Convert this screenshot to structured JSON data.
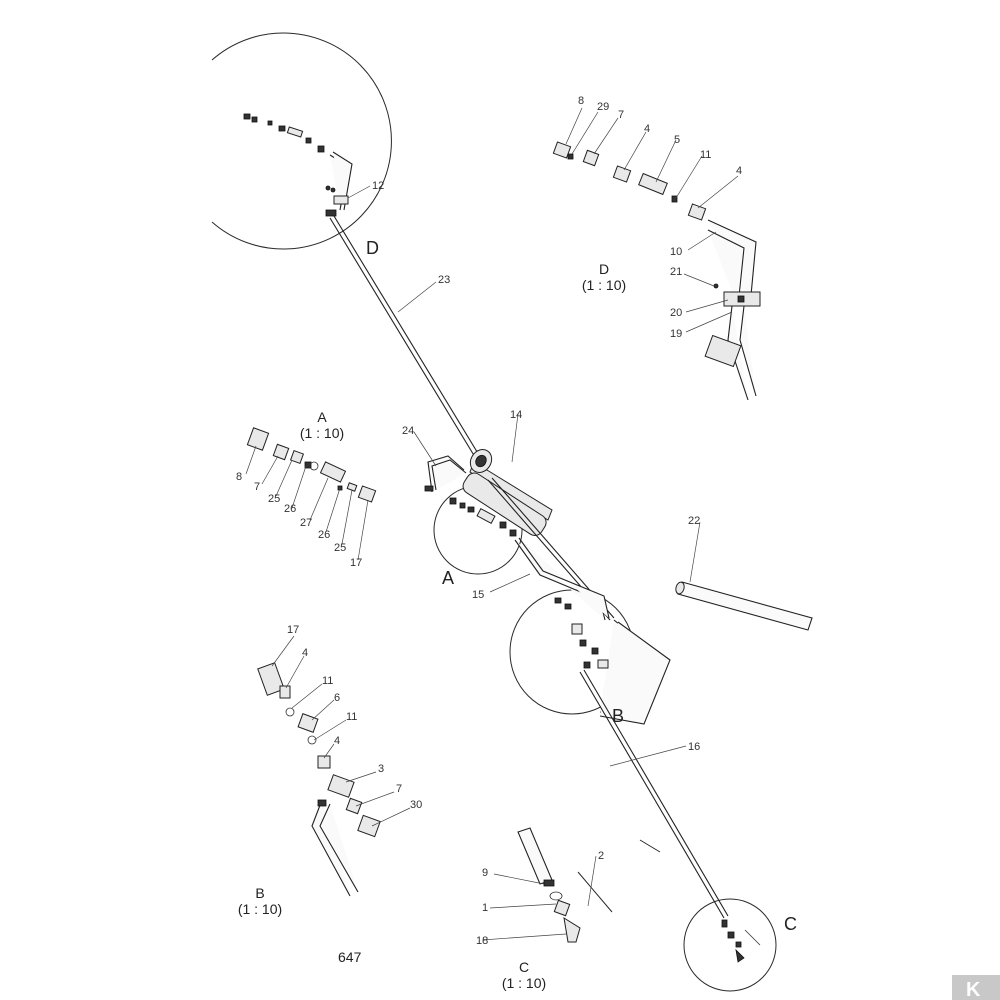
{
  "page_number": "647",
  "views": {
    "A": {
      "letter": "A",
      "title": "A",
      "scale": "(1 : 10)"
    },
    "B": {
      "letter": "B",
      "title": "B",
      "scale": "(1 : 10)"
    },
    "C": {
      "letter": "C",
      "title": "C",
      "scale": "(1 : 10)"
    },
    "D": {
      "letter": "D",
      "title": "D",
      "scale": "(1 : 10)"
    }
  },
  "callouts": {
    "d_detail": [
      "8",
      "29",
      "7",
      "4",
      "5",
      "11",
      "4",
      "10",
      "21",
      "20",
      "19"
    ],
    "main": [
      "12",
      "23",
      "24",
      "14",
      "22",
      "15",
      "16",
      "2"
    ],
    "a_detail": [
      "8",
      "7",
      "25",
      "26",
      "27",
      "26",
      "25",
      "17"
    ],
    "b_detail": [
      "17",
      "4",
      "11",
      "6",
      "11",
      "4",
      "3",
      "7",
      "30"
    ],
    "c_detail": [
      "9",
      "1",
      "18"
    ]
  },
  "colors": {
    "line": "#2a2a2a",
    "background": "#ffffff"
  },
  "logo": "K"
}
